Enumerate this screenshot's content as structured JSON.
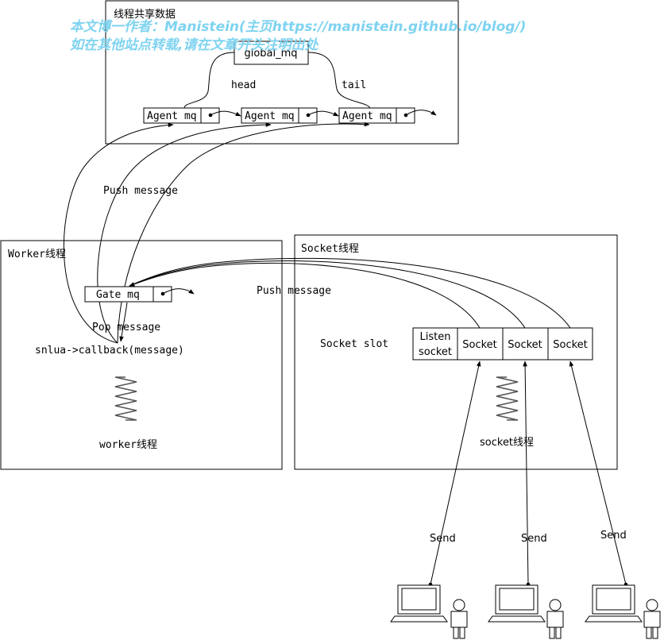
{
  "watermark": {
    "line1": "本文博一作者：Manistein(主页https://manistein.github.io/blog/)",
    "line2": "如在其他站点转载,请在文章开头注明出处"
  },
  "shared": {
    "title": "线程共享数据",
    "global_mq": "global_mq",
    "head": "head",
    "tail": "tail",
    "agent_mq": "Agent mq"
  },
  "labels": {
    "push_message_top": "Push message",
    "push_message_socket": "Push message",
    "pop_message": "Pop message"
  },
  "worker": {
    "title": "Worker线程",
    "gate_mq": "Gate mq",
    "callback": "snlua->callback(message)",
    "thread_label": "worker线程"
  },
  "socket": {
    "title": "Socket线程",
    "slot_label": "Socket slot",
    "listen_line1": "Listen",
    "listen_line2": "socket",
    "socket_cell": "Socket",
    "thread_label": "socket线程",
    "send": "Send"
  },
  "icons": [
    "computer-icon",
    "person-icon",
    "spring-icon"
  ]
}
